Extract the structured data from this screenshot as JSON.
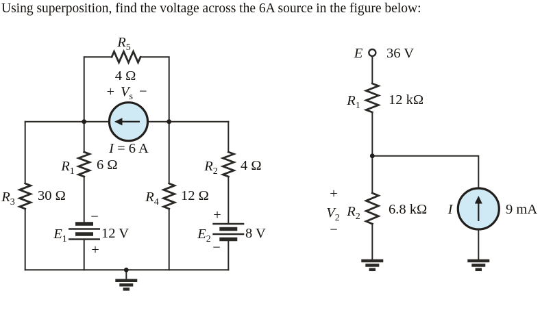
{
  "title": "Using superposition, find the voltage across the 6A source in the figure below:",
  "colors": {
    "accent_blue": "#3f7cb9",
    "source_fill": "#cfe9f5",
    "line": "#2b2926",
    "text": "#16130f"
  },
  "left": {
    "r5": {
      "name": "R",
      "sub": "5",
      "value": "4 Ω"
    },
    "vs": {
      "plus": "+",
      "name": "V",
      "sub": "s",
      "minus": "−"
    },
    "isrc": {
      "name": "I",
      "eq": " = 6 A"
    },
    "r1": {
      "name": "R",
      "sub": "1",
      "value": "6 Ω"
    },
    "r2": {
      "name": "R",
      "sub": "2",
      "value": "4 Ω"
    },
    "r3": {
      "name": "R",
      "sub": "3",
      "value": "30 Ω"
    },
    "r4": {
      "name": "R",
      "sub": "4",
      "value": "12 Ω"
    },
    "e1": {
      "name": "E",
      "sub": "1",
      "value": "12 V",
      "top_sign": "−",
      "bottom_sign": "+"
    },
    "e2": {
      "name": "E",
      "sub": "2",
      "value": "8 V",
      "top_sign": "+",
      "bottom_sign": "−"
    }
  },
  "right": {
    "e": {
      "name": "E",
      "value": "36 V"
    },
    "r1": {
      "name": "R",
      "sub": "1",
      "value": "12 kΩ"
    },
    "v2": {
      "plus": "+",
      "name": "V",
      "sub": "2",
      "minus": "−"
    },
    "r2": {
      "name": "R",
      "sub": "2",
      "value": "6.8 kΩ"
    },
    "isrc": {
      "name": "I",
      "value": "9 mA"
    }
  }
}
